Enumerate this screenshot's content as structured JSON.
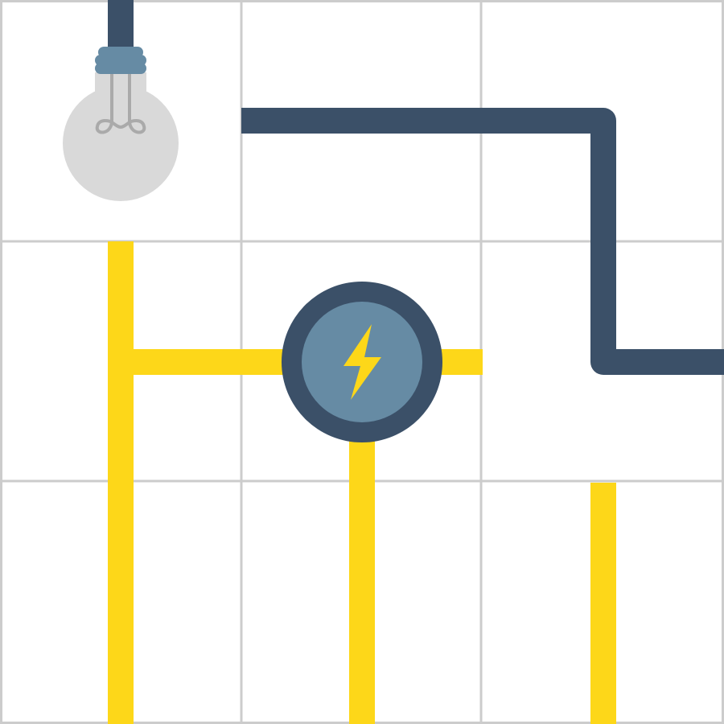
{
  "game": {
    "type": "pipe-connection-puzzle",
    "grid": {
      "rows": 3,
      "cols": 3
    },
    "tiles": [
      {
        "row": 0,
        "col": 0,
        "content": "light-bulb",
        "lit": false
      },
      {
        "row": 0,
        "col": 1,
        "content": "wire-straight",
        "powered": false
      },
      {
        "row": 0,
        "col": 2,
        "content": "wire-corner",
        "powered": false
      },
      {
        "row": 1,
        "col": 0,
        "content": "wire-tee",
        "powered": true
      },
      {
        "row": 1,
        "col": 1,
        "content": "power-source",
        "powered": true
      },
      {
        "row": 1,
        "col": 2,
        "content": "wire-corner",
        "powered": false
      },
      {
        "row": 2,
        "col": 0,
        "content": "wire-straight",
        "powered": true
      },
      {
        "row": 2,
        "col": 1,
        "content": "wire-straight",
        "powered": true
      },
      {
        "row": 2,
        "col": 2,
        "content": "wire-end",
        "powered": true
      }
    ]
  },
  "colors": {
    "background": "#ffffff",
    "grid_line": "#cccccc",
    "powered_wire": "#fdd719",
    "unpowered_wire": "#3b5068",
    "source_ring": "#3b5068",
    "source_fill": "#668ba4",
    "bulb_off": "#d9d9d9",
    "bulb_filament": "#aaaaaa",
    "bulb_socket": "#668ba4",
    "bolt": "#fdd719"
  },
  "icons": {
    "source": "lightning-bolt-icon",
    "bulb": "light-bulb-icon"
  }
}
